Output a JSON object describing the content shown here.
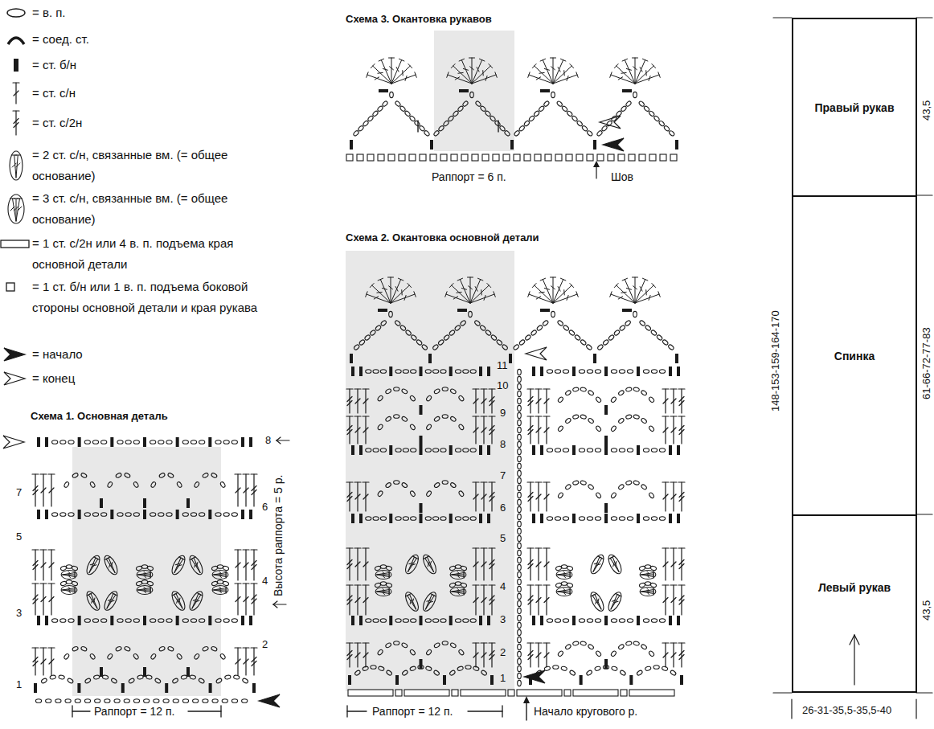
{
  "diagram": {
    "nodes": [
      {
        "text": [
          "Правый рукав"
        ]
      },
      {
        "text": [
          "Спинка"
        ]
      },
      {
        "text": [
          "Левый рукав"
        ]
      }
    ],
    "labels": [
      "Схема 3. Окантовка рукавов",
      "Раппорт = 6 п.",
      "Шов",
      "Схема 2. Окантовка основной детали",
      "11",
      "10",
      "9",
      "8",
      "7",
      "6",
      "5",
      "4",
      "3",
      "2",
      "1",
      "Раппорт = 12 п.",
      "Начало кругового р.",
      "Схема 1. Основная деталь",
      "8",
      "7",
      "6",
      "5",
      "4",
      "3",
      "2",
      "1",
      "Высота раппорта = 5 р.",
      "Раппорт = 12 п.",
      "43,5",
      "61-66-72-77-83",
      "43,5",
      "148-153-159-164-170",
      "26-31-35,5-35,5-40"
    ],
    "legend": [
      {
        "text": "= в. п."
      },
      {
        "text": "= соед. ст."
      },
      {
        "text": "= ст. б/н"
      },
      {
        "text": "= ст. с/н"
      },
      {
        "text": "= ст. с/2н"
      },
      {
        "text": "= 2 ст. с/н, связанные вм. (= общее основание)"
      },
      {
        "text": "= 3 ст. с/н, связанные вм. (= общее основание)"
      },
      {
        "text": "= 1 ст. с/2н или 4 в. п. подъема края основной детали"
      },
      {
        "text": "= 1 ст. б/н или 1 в. п. подъема боковой стороны основной детали и края рукава"
      },
      {
        "text": "= начало"
      },
      {
        "text": "= конец"
      }
    ]
  }
}
